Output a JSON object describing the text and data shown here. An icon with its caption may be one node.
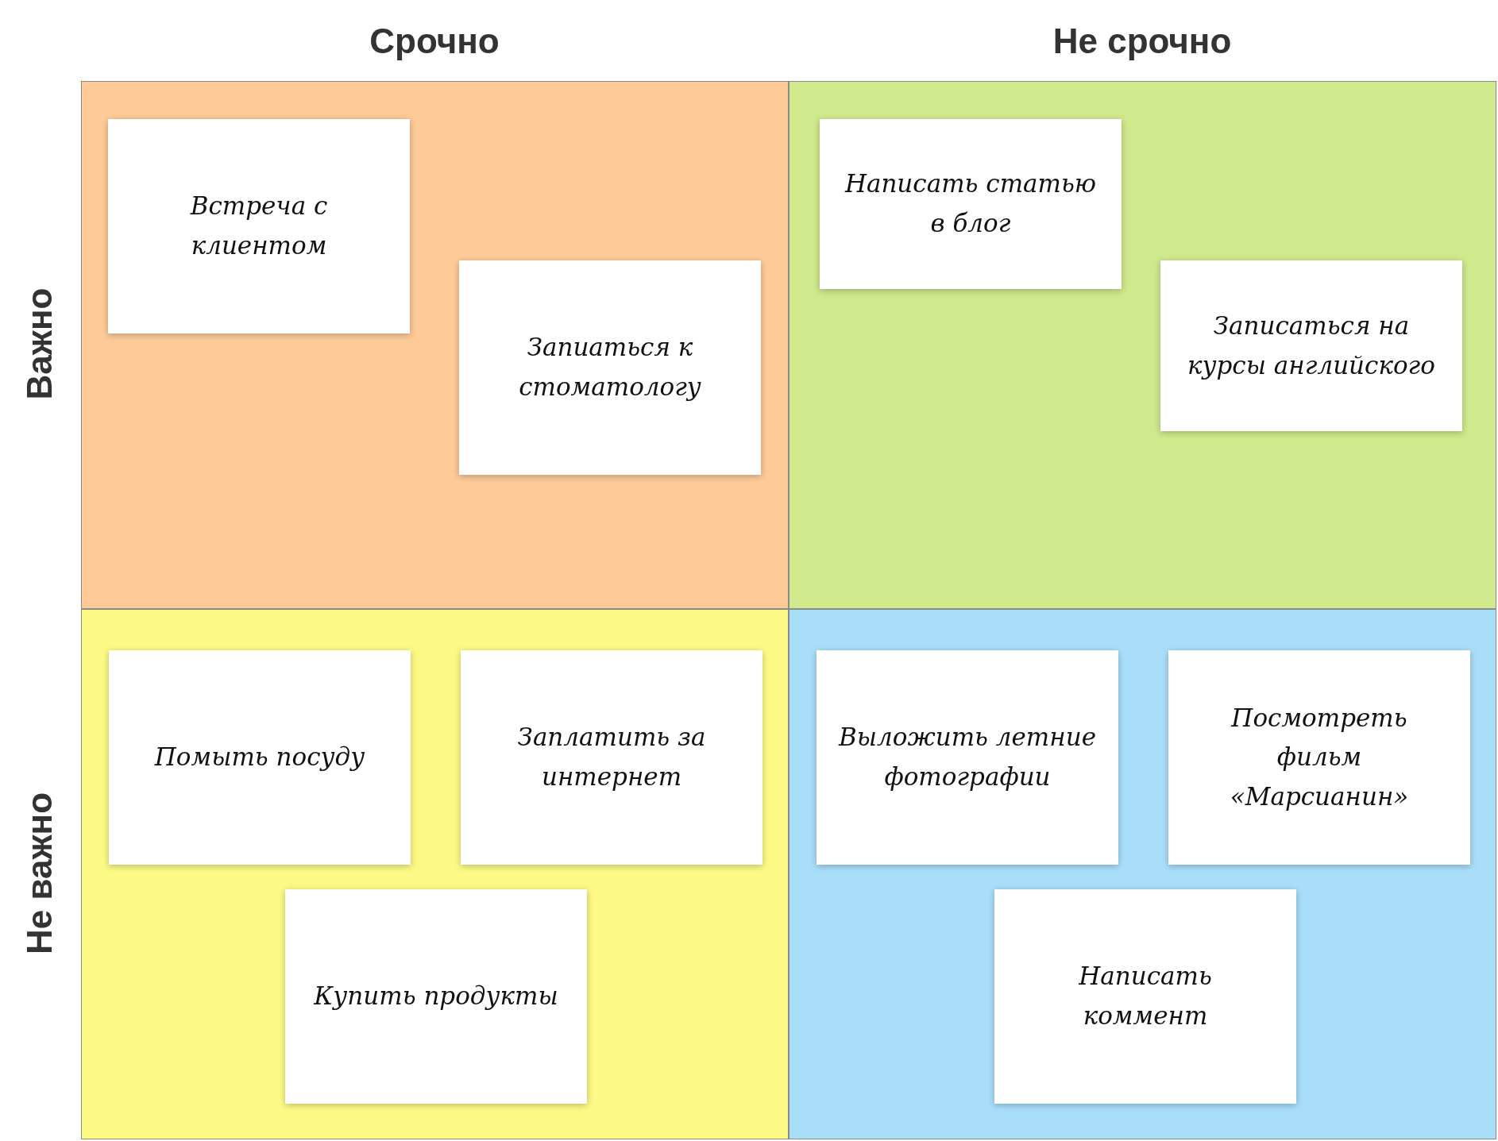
{
  "diagram": {
    "nodes": [
      {
        "text": [],
        "shape": "box"
      },
      {
        "text": [
          "Встреча с клиентом"
        ],
        "in": 0
      },
      {
        "text": [
          "Запиаться к стоматологу"
        ],
        "in": 0
      },
      {
        "text": [],
        "shape": "box"
      },
      {
        "text": [
          "Написать статью в блог"
        ],
        "in": 3
      },
      {
        "text": [
          "Записаться на курсы английского"
        ],
        "in": 3
      },
      {
        "text": [],
        "shape": "box"
      },
      {
        "text": [
          "Помыть посуду"
        ],
        "in": 6
      },
      {
        "text": [
          "Заплатить за интернет"
        ],
        "in": 6
      },
      {
        "text": [
          "Купить продукты"
        ],
        "in": 6
      },
      {
        "text": [],
        "shape": "box"
      },
      {
        "text": [
          "Выложить летние фотографии"
        ],
        "in": 10
      },
      {
        "text": [
          "Посмотреть фильм «Марсианин»"
        ],
        "in": 10
      },
      {
        "text": [
          "Написать коммент"
        ],
        "in": 10
      }
    ],
    "labels": [
      "Срочно",
      "Не срочно",
      "Важно",
      "Не важно"
    ]
  }
}
